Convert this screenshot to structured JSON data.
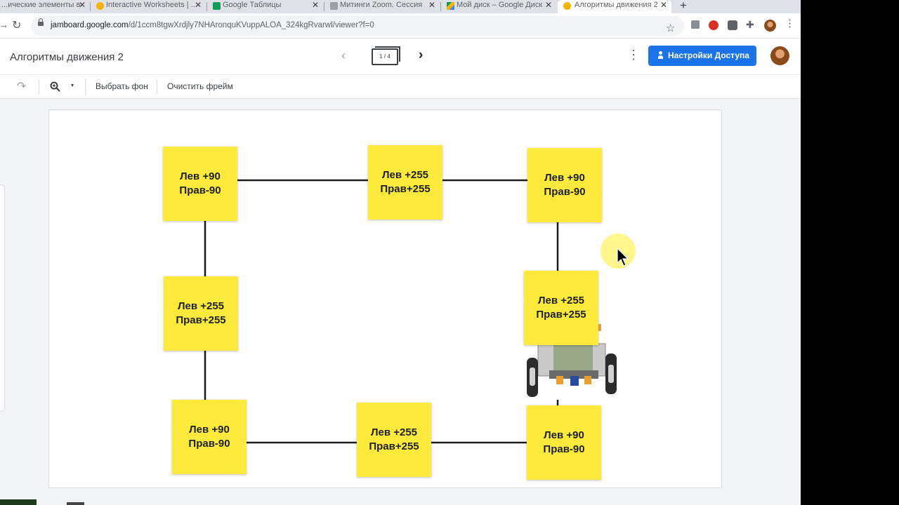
{
  "tabs": [
    {
      "label": "...ические элементы в",
      "icon_color": "#9aa0a6",
      "active": false
    },
    {
      "label": "Interactive Worksheets | ...",
      "icon_color": "#f4b400",
      "active": false
    },
    {
      "label": "Google Таблицы",
      "icon_color": "#0f9d58",
      "active": false
    },
    {
      "label": "Митинги Zoom. Сессия",
      "icon_color": "#9aa0a6",
      "active": false
    },
    {
      "label": "Мой диск – Google Диск",
      "icon_color": "#4285f4",
      "active": false
    },
    {
      "label": "Алгоритмы движения 2",
      "icon_color": "#f4b400",
      "active": true
    }
  ],
  "address": {
    "host": "jamboard.google.com",
    "path": "/d/1ccm8tgwXrdjly7NHAronquKVuppALOA_324kgRvarwl/viewer?f=0"
  },
  "header": {
    "title": "Алгоритмы движения 2",
    "frame_counter": "1 / 4",
    "share_label": "Настройки Доступа"
  },
  "toolbar": {
    "background_label": "Выбрать фон",
    "clear_label": "Очистить фрейм"
  },
  "notes": [
    {
      "line1": "Лев +90",
      "line2": "Прав-90"
    },
    {
      "line1": "Лев +255",
      "line2": "Прав+255"
    },
    {
      "line1": "Лев +90",
      "line2": "Прав-90"
    },
    {
      "line1": "Лев +255",
      "line2": "Прав+255"
    },
    {
      "line1": "Лев +255",
      "line2": "Прав+255"
    },
    {
      "line1": "Лев +90",
      "line2": "Прав-90"
    },
    {
      "line1": "Лев +255",
      "line2": "Прав+255"
    },
    {
      "line1": "Лев +90",
      "line2": "Прав-90"
    }
  ],
  "colors": {
    "sticky_note": "#fdea3c",
    "share_button": "#1a73e8",
    "connector": "#1a1a1a"
  }
}
